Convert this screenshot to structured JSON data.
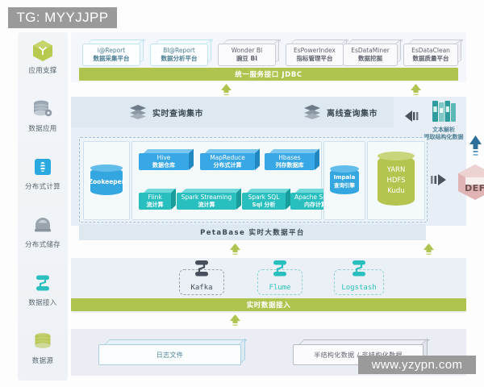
{
  "watermarks": {
    "top": "TG: MYYJJPP",
    "bottom": "www.yzypn.com"
  },
  "colors": {
    "green_bar": "#aec44f",
    "blue_box": "#37a7e6",
    "teal_box": "#29bfbf",
    "olive_cyl": "#b5c44f",
    "blue_cyl": "#35a7e0",
    "def_pink": "#e0b4b4",
    "band_bg": "#eef2f7"
  },
  "sidebar": {
    "items": [
      {
        "label": "应用支撑",
        "icon": "hexagon-y-icon",
        "color": "#aec44f"
      },
      {
        "label": "数据应用",
        "icon": "database-stack-icon",
        "color": "#8fa0ad"
      },
      {
        "label": "分布式计算",
        "icon": "chip-square-icon",
        "color": "#29a9e0"
      },
      {
        "label": "分布式储存",
        "icon": "storage-dome-icon",
        "color": "#8a94a0"
      },
      {
        "label": "数据接入",
        "icon": "node-link-icon",
        "color": "#29bfbf"
      },
      {
        "label": "数据源",
        "icon": "database-disc-icon",
        "color": "#b5c44f"
      }
    ]
  },
  "app_layer": {
    "products": [
      {
        "en": "i@Report",
        "cn": "数据采集平台",
        "style": "blue"
      },
      {
        "en": "BI@Report",
        "cn": "数据分析平台",
        "style": "blue"
      },
      {
        "en": "Wonder BI",
        "cn": "豌豆 BI",
        "style": "gray"
      },
      {
        "en": "EsPowerIndex",
        "cn": "指标管理平台",
        "style": "gray"
      },
      {
        "en": "EsDataMiner",
        "cn": "数据挖掘",
        "style": "gray"
      },
      {
        "en": "EsDataClean",
        "cn": "数据质量平台",
        "style": "gray"
      }
    ],
    "interface_bar": "统一服务接口 JDBC"
  },
  "mart_layer": {
    "realtime": "实时查询集市",
    "offline": "离线查询集市",
    "text_parse": {
      "line1": "文本解析",
      "line2": "提取结构化数据",
      "icon": "books-icon"
    }
  },
  "compute_layer": {
    "platform_label": "PetaBase 实时大数据平台",
    "zookeeper": "Zookeeper",
    "batch_row": [
      {
        "en": "Hive",
        "cn": "数据仓库",
        "color": "#37a7e6"
      },
      {
        "en": "MapReduce",
        "cn": "分布式计算",
        "color": "#37a7e6"
      },
      {
        "en": "Hbases",
        "cn": "列存数据库",
        "color": "#37a7e6"
      }
    ],
    "stream_row": [
      {
        "en": "Flink",
        "cn": "流计算",
        "color": "#29bfbf"
      },
      {
        "en": "Spark Streaming",
        "cn": "流计算",
        "color": "#29bfbf"
      },
      {
        "en": "Spark SQL",
        "cn": "Sql 分析",
        "color": "#29bfbf"
      },
      {
        "en": "Apache Spark",
        "cn": "内存计算",
        "color": "#29bfbf"
      }
    ],
    "impala": {
      "line1": "Impala",
      "line2": "查询引擎"
    },
    "resource": {
      "l1": "YARN",
      "l2": "HDFS",
      "l3": "Kudu"
    },
    "def_node": "DEF"
  },
  "ingest_layer": {
    "nodes": [
      {
        "label": "Kafka",
        "color": "#474f5c"
      },
      {
        "label": "Flume",
        "color": "#29bfbf"
      },
      {
        "label": "Logstash",
        "color": "#29bfbf"
      }
    ],
    "bar": "实时数据接入"
  },
  "source_layer": {
    "slabs": [
      {
        "label": "日志文件",
        "style": "blue"
      },
      {
        "label": "半结构化数据 / 非结构化数据",
        "style": "gray"
      }
    ]
  }
}
